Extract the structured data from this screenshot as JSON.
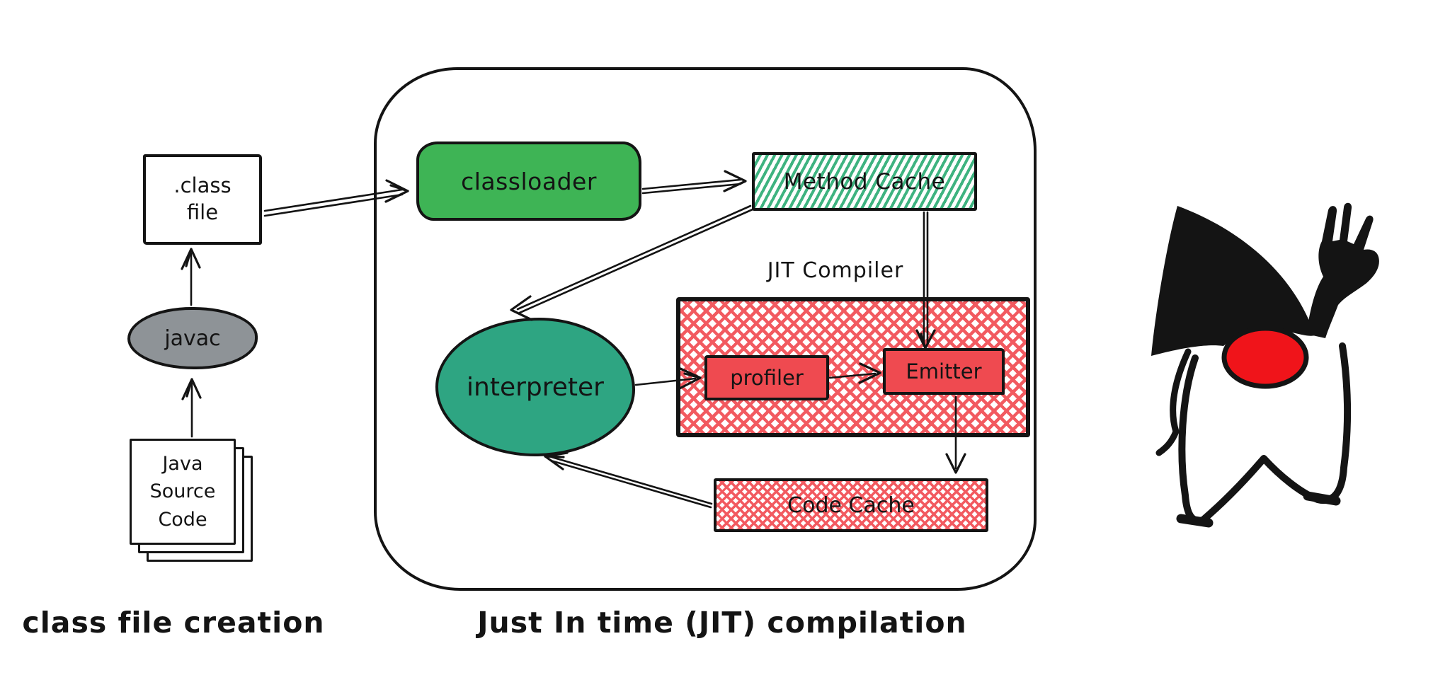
{
  "colors": {
    "green": "#3eb455",
    "teal": "#2ea582",
    "hatch_green": "#3eb380",
    "red": "#ef4a50",
    "hatch_red": "#f25a60",
    "gray": "#8e9397",
    "ink": "#141414",
    "duke_red": "#f0141a"
  },
  "left_section": {
    "caption": "class file creation",
    "source_stack": {
      "lines": [
        "Java",
        "Source",
        "Code"
      ]
    },
    "javac_label": "javac",
    "class_file": {
      "lines": [
        ".class",
        "file"
      ]
    }
  },
  "jit_section": {
    "caption": "Just In time (JIT) compilation",
    "classloader_label": "classloader",
    "method_cache_label": "Method Cache",
    "jit_compiler_label": "JIT Compiler",
    "interpreter_label": "interpreter",
    "profiler_label": "profiler",
    "emitter_label": "Emitter",
    "code_cache_label": "Code Cache"
  },
  "icons": {
    "mascot": "java-duke-mascot"
  }
}
